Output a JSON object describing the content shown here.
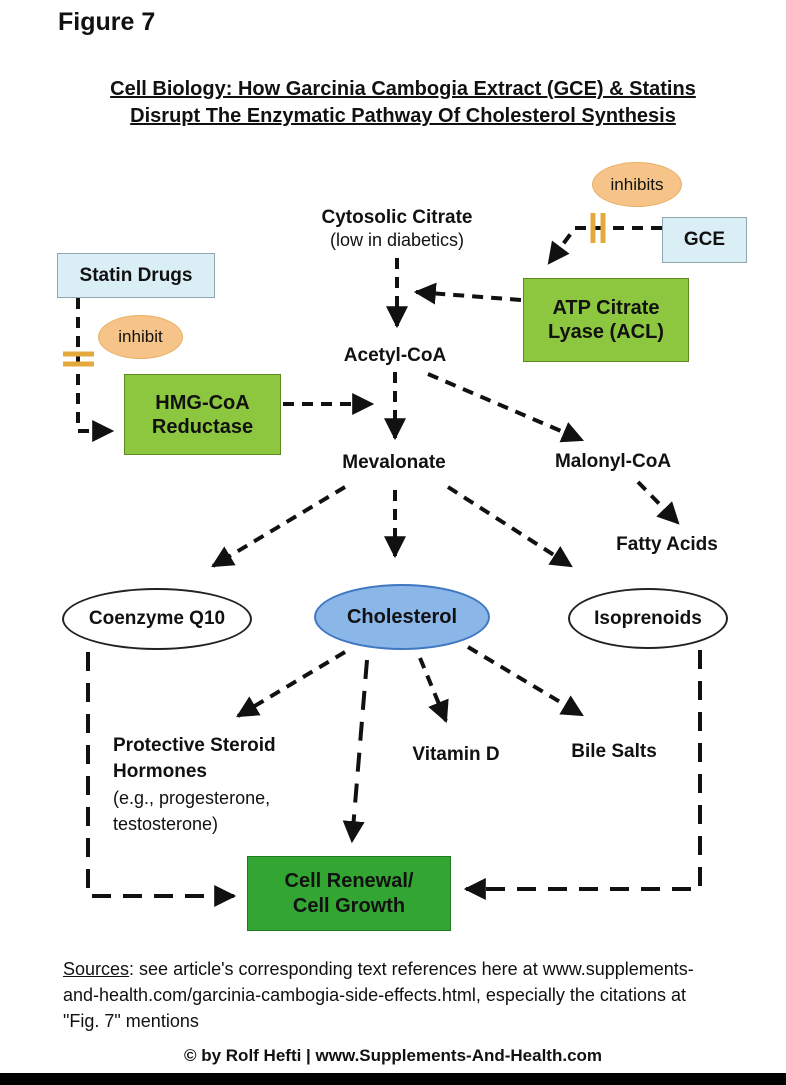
{
  "figure_label": "Figure 7",
  "title": {
    "line1": "Cell Biology: How Garcinia Cambogia Extract (GCE) & Statins",
    "line2": "Disrupt The Enzymatic Pathway Of Cholesterol Synthesis"
  },
  "nodes": {
    "inhibits": "inhibits",
    "gce": "GCE",
    "cytosolic_citrate": "Cytosolic Citrate",
    "cytosolic_citrate_sub": "(low in diabetics)",
    "statin_drugs": "Statin Drugs",
    "inhibit": "inhibit",
    "atp_citrate_lyase_line1": "ATP Citrate",
    "atp_citrate_lyase_line2": "Lyase (ACL)",
    "acetyl_coa": "Acetyl-CoA",
    "hmg_coa_line1": "HMG-CoA",
    "hmg_coa_line2": "Reductase",
    "mevalonate": "Mevalonate",
    "malonyl_coa": "Malonyl-CoA",
    "fatty_acids": "Fatty Acids",
    "coenzyme_q10": "Coenzyme Q10",
    "cholesterol": "Cholesterol",
    "isoprenoids": "Isoprenoids",
    "protective_line1": "Protective Steroid",
    "protective_line2": "Hormones",
    "protective_line3": "(e.g., progesterone,",
    "protective_line4": "testosterone)",
    "vitamin_d": "Vitamin D",
    "bile_salts": "Bile Salts",
    "cell_renewal_line1": "Cell Renewal/",
    "cell_renewal_line2": "Cell Growth"
  },
  "sources": {
    "label": "Sources",
    "line1_rest": ": see article's corresponding text references here at www.supplements-",
    "line2": "and-health.com/garcinia-cambogia-side-effects.html, especially the citations at",
    "line3": "\"Fig. 7\" mentions"
  },
  "copyright": "© by Rolf Hefti | www.Supplements-And-Health.com",
  "colors": {
    "box_blue": "#daeef6",
    "box_bright_green": "#8dc63f",
    "box_dark_green": "#33a532",
    "ellipse_orange": "#f6c488",
    "ellipse_blue": "#8ab6e8",
    "inhibition_bar": "#e3a93d",
    "arrow": "#111111"
  }
}
